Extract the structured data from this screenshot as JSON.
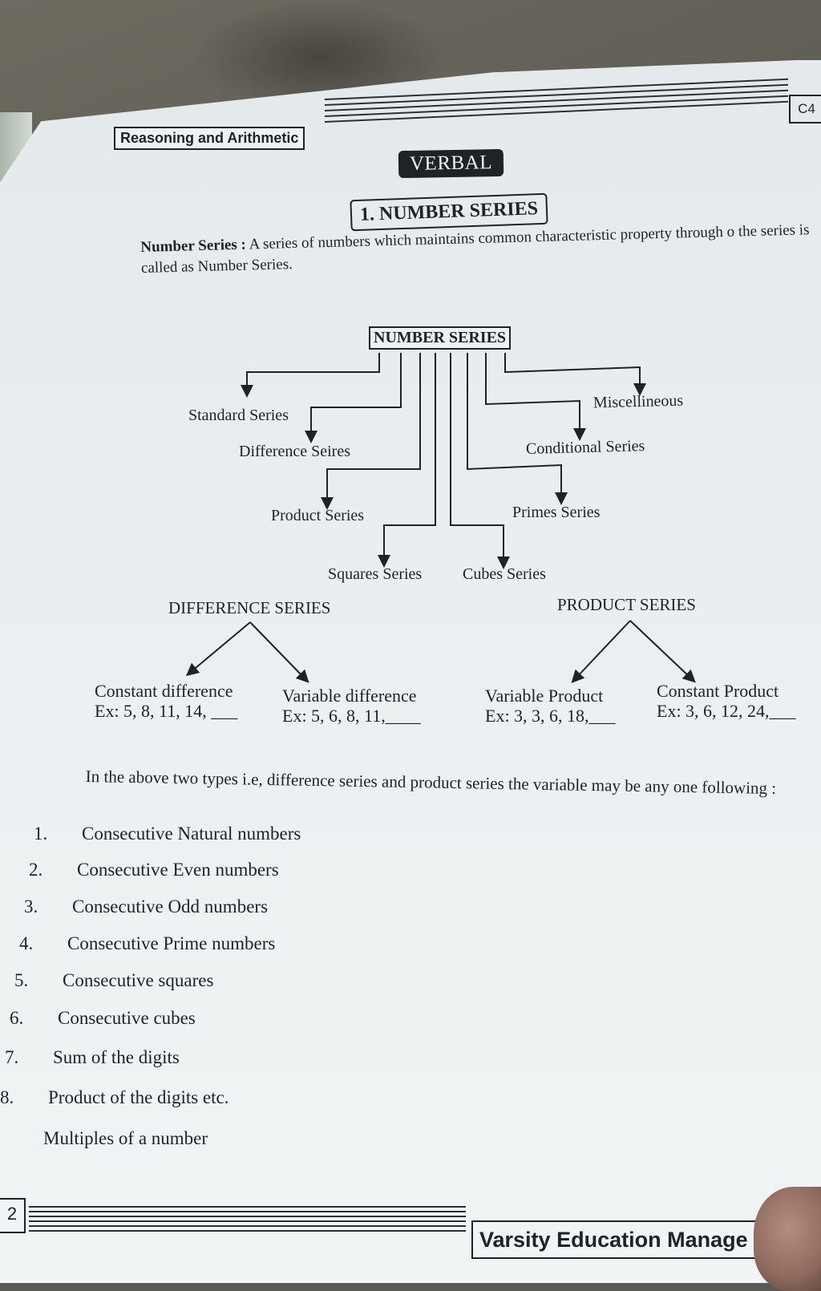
{
  "header": {
    "subject": "Reasoning and Arithmetic",
    "page_code": "C4",
    "section_badge": "VERBAL",
    "chapter_title": "1. NUMBER SERIES"
  },
  "definition": {
    "term": "Number Series :",
    "text": " A series of numbers which maintains common characteristic property through o the series is called as Number Series."
  },
  "diagram": {
    "root": "NUMBER SERIES",
    "branches": {
      "standard": "Standard Series",
      "difference": "Difference Seires",
      "product": "Product Series",
      "squares": "Squares Series",
      "cubes": "Cubes Series",
      "primes": "Primes Series",
      "conditional": "Conditional Series",
      "miscellaneous": "Miscellineous"
    }
  },
  "difference_series": {
    "title": "DIFFERENCE SERIES",
    "left": {
      "label": "Constant difference",
      "example": "Ex: 5, 8, 11, 14, ___"
    },
    "right": {
      "label": "Variable difference",
      "example": "Ex: 5, 6, 8, 11,____"
    }
  },
  "product_series": {
    "title": "PRODUCT SERIES",
    "left": {
      "label": "Variable Product",
      "example": "Ex: 3, 3, 6, 18,___"
    },
    "right": {
      "label": "Constant Product",
      "example": "Ex: 3, 6, 12, 24,___"
    }
  },
  "intro": "In the above two types i.e, difference series and product series the variable may be any one following :",
  "list": [
    {
      "num": "1.",
      "text": "Consecutive Natural numbers"
    },
    {
      "num": "2.",
      "text": "Consecutive Even numbers"
    },
    {
      "num": "3.",
      "text": "Consecutive Odd numbers"
    },
    {
      "num": "4.",
      "text": "Consecutive Prime numbers"
    },
    {
      "num": "5.",
      "text": "Consecutive squares"
    },
    {
      "num": "6.",
      "text": "Consecutive cubes"
    },
    {
      "num": "7.",
      "text": "Sum of the digits"
    },
    {
      "num": "8.",
      "text": "Product of the digits etc."
    },
    {
      "num": ".",
      "text": "Multiples of a number"
    }
  ],
  "footer": {
    "page_number": "2",
    "publisher": "Varsity Education Manage"
  }
}
